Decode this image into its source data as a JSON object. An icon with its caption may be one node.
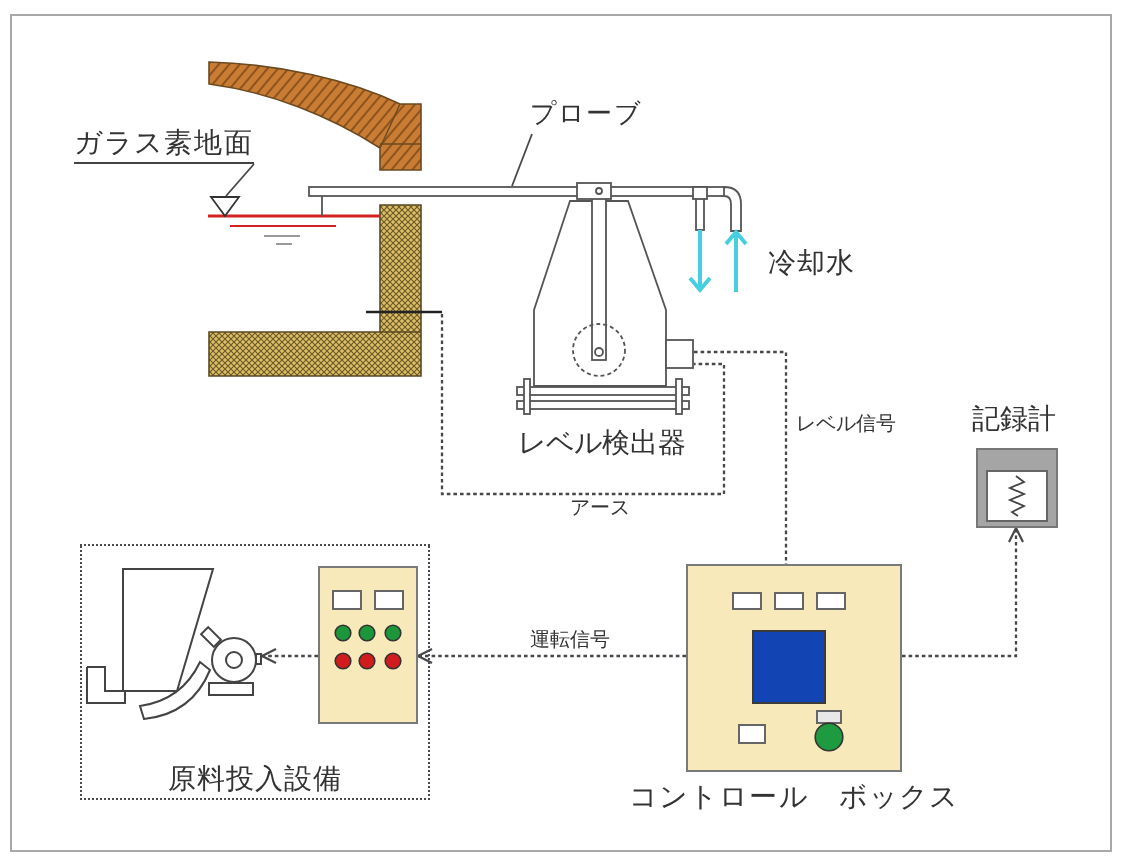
{
  "diagram": {
    "nodes": [
      {
        "text": [
          "ガラス素地面"
        ]
      },
      {
        "text": [
          "プローブ"
        ]
      },
      {
        "text": [],
        "shape": "picture"
      },
      {
        "text": [],
        "shape": "bar"
      },
      {
        "text": [
          "レベル検出器"
        ]
      },
      {
        "text": [
          "コントロール　ボックス"
        ]
      },
      {
        "text": [
          "記録計"
        ]
      },
      {
        "text": [
          "原料投入設備"
        ]
      },
      {
        "text": [],
        "shape": "picture",
        "in": 7
      },
      {
        "text": [],
        "shape": "box",
        "in": 7
      }
    ],
    "edges": [
      {
        "from": 0,
        "to": 2,
        "arrow": "none"
      },
      {
        "from": 1,
        "to": 3,
        "arrow": "none"
      },
      {
        "from": 2,
        "to": 4,
        "arrow": "none",
        "style": "dashed",
        "label": "アース"
      },
      {
        "from": 4,
        "to": 5,
        "arrow": "none",
        "style": "dashed",
        "label": "レベル信号"
      },
      {
        "from": 5,
        "to": 6,
        "arrow": "to",
        "style": "dashed"
      },
      {
        "from": 5,
        "to": 9,
        "arrow": "to",
        "style": "dashed",
        "label": "運転信号"
      },
      {
        "from": 9,
        "to": 8,
        "arrow": "to",
        "style": "dashed"
      }
    ],
    "labels": [
      "冷却水"
    ]
  }
}
